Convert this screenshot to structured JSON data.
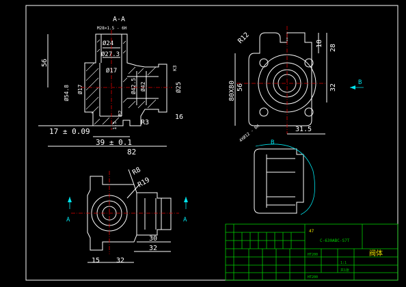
{
  "section_view": {
    "title": "A-A",
    "thread_label": "M28×1.5 - 6H",
    "dim_d24": "Ø24",
    "dim_d27": "Ø27.3",
    "dim_d17_top": "Ø17",
    "dim_56": "56",
    "dim_d54": "Ø54.8",
    "dim_d17_left": "Ø17",
    "dim_d42": "Ø42",
    "dim_d42_5": "Ø42.5",
    "dim_d25": "Ø25",
    "dim_17_09": "17 ± 0.09",
    "dim_39_01": "39 ± 0.1",
    "dim_82": "82",
    "dim_16": "16",
    "dim_r3": "R3",
    "dim_1_5": "1.5",
    "dim_k3": "K3",
    "dim_r2": "R2"
  },
  "side_view": {
    "dim_r12": "R12",
    "dim_18": "18",
    "dim_28": "28",
    "dim_80x80": "80X80",
    "dim_56": "56",
    "dim_32": "32",
    "dim_31_5": "31.5",
    "dim_bolt": "4XØ12 - 6H",
    "view_arrow_label": "B"
  },
  "view_b": {
    "label": "B"
  },
  "plan_view": {
    "dim_r8": "R8",
    "dim_r19": "R19",
    "dim_30": "30",
    "dim_32_mid": "32",
    "dim_15": "15",
    "dim_32_bottom": "32",
    "section_mark_left": "A",
    "section_mark_right": "A"
  },
  "title_block": {
    "small_mark": "47",
    "drawing_number": "C-630ABC-S7T",
    "part_name": "阀体",
    "material": "HT200",
    "scale": "1:1",
    "sheet": "共1张",
    "company": "HT200"
  }
}
